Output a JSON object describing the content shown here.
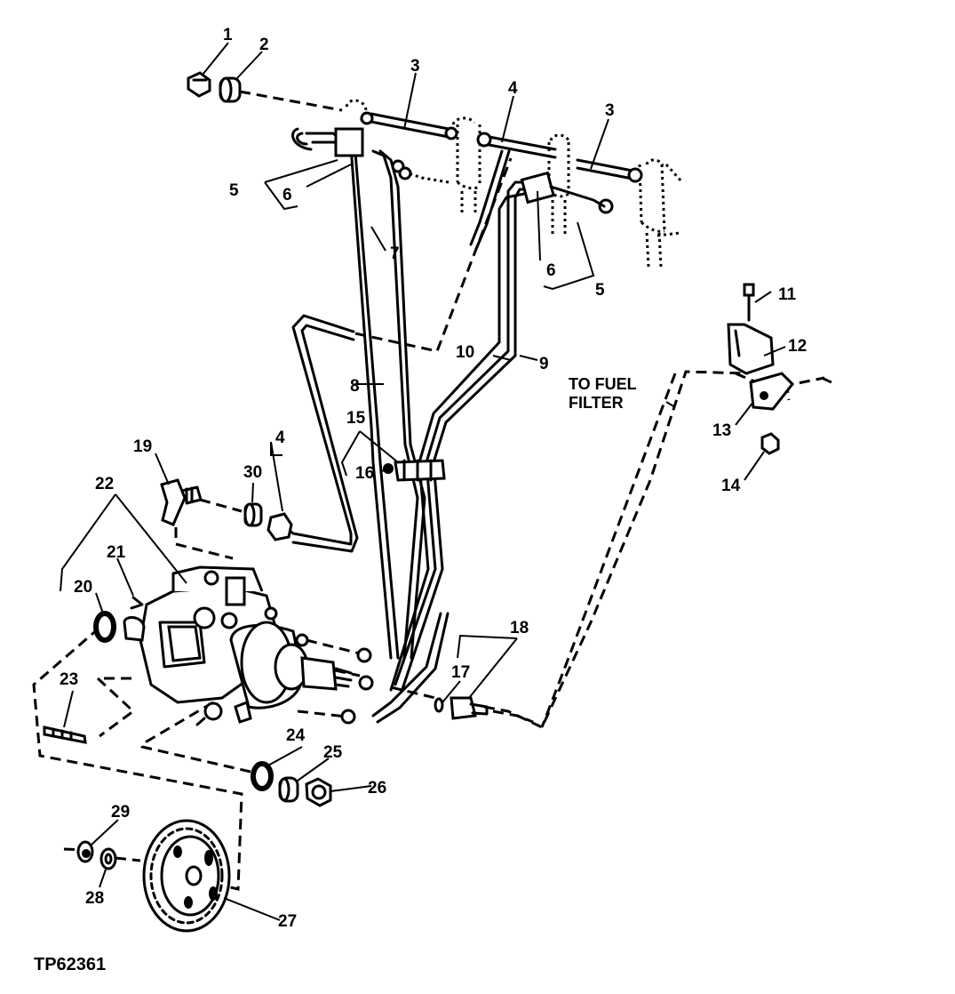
{
  "callouts": {
    "to_fuel_line1": "TO FUEL",
    "to_fuel_line2": "FILTER"
  },
  "figure_id": "TP62361",
  "part_labels": [
    "1",
    "2",
    "3",
    "3",
    "4",
    "4",
    "5",
    "5",
    "6",
    "6",
    "7",
    "8",
    "9",
    "10",
    "11",
    "12",
    "13",
    "14",
    "15",
    "16",
    "17",
    "18",
    "19",
    "20",
    "21",
    "22",
    "23",
    "24",
    "25",
    "26",
    "27",
    "28",
    "29",
    "30"
  ]
}
